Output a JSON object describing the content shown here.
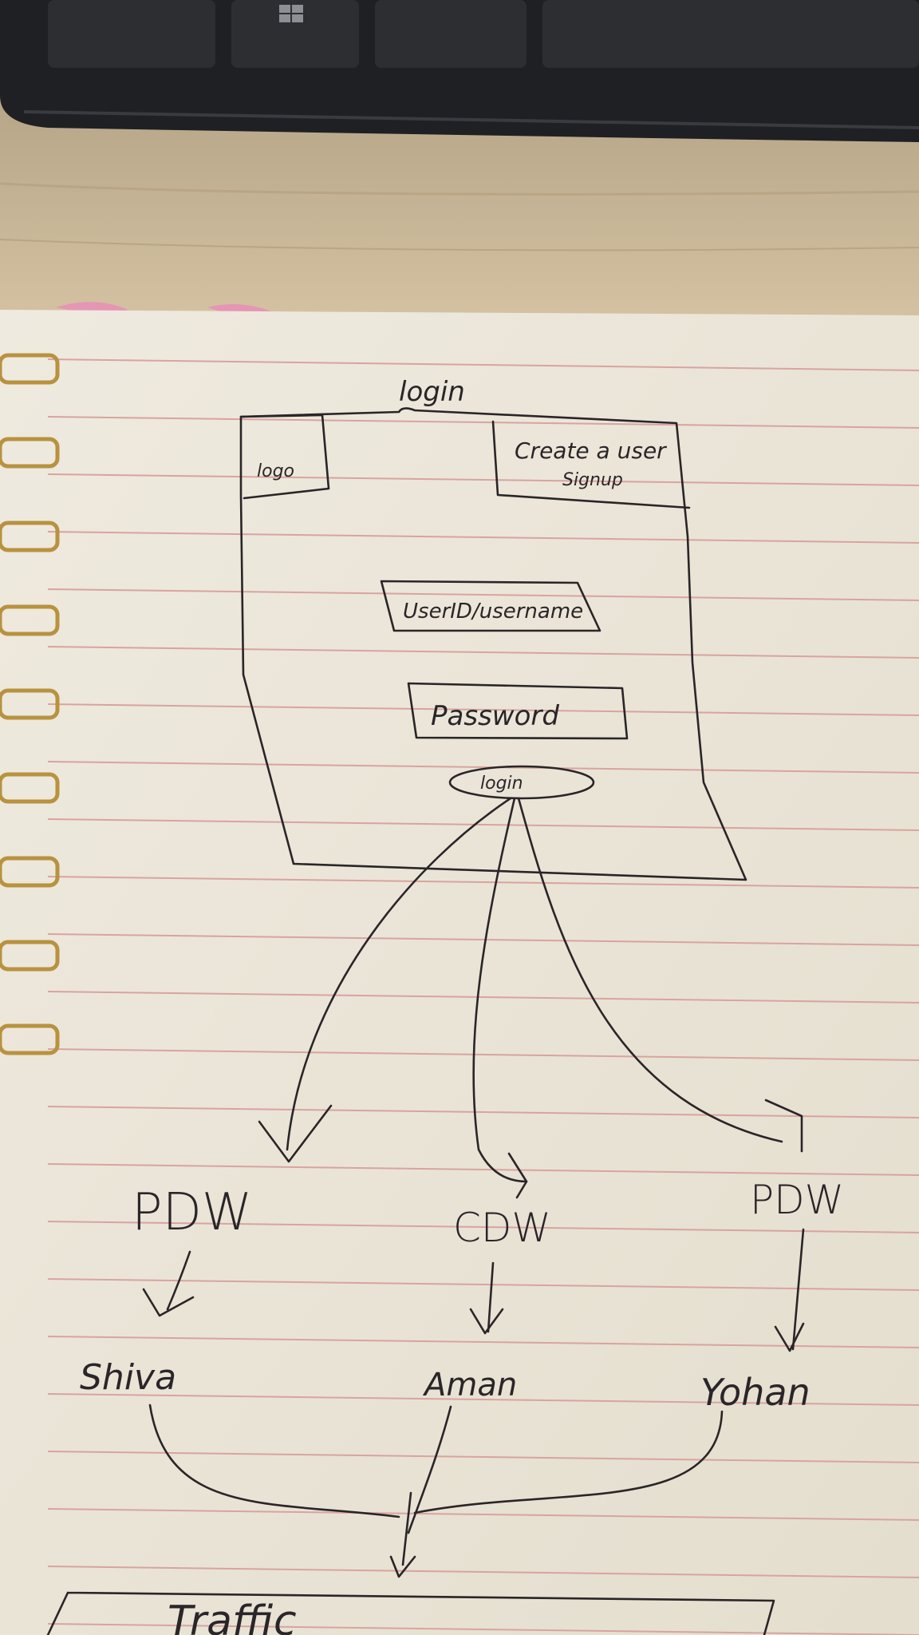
{
  "sketch": {
    "title": "login",
    "logo": "logo",
    "create_account": [
      "Create a user",
      "Signup"
    ],
    "user_field": "UserID/username",
    "password_field": "Password",
    "login_button": "login",
    "roles": [
      "PDW",
      "CDW",
      "PDW"
    ],
    "people": [
      "Shiva",
      "Aman",
      "Yohan"
    ],
    "bottom_box": "Traffic"
  },
  "colors": {
    "paper": "#ebe6d8",
    "ink": "#2a2528",
    "rule_lines": "#d9a3a0",
    "desk": "#c9b79a",
    "keyboard": "#1f2023",
    "spiral": "#b8923f"
  }
}
